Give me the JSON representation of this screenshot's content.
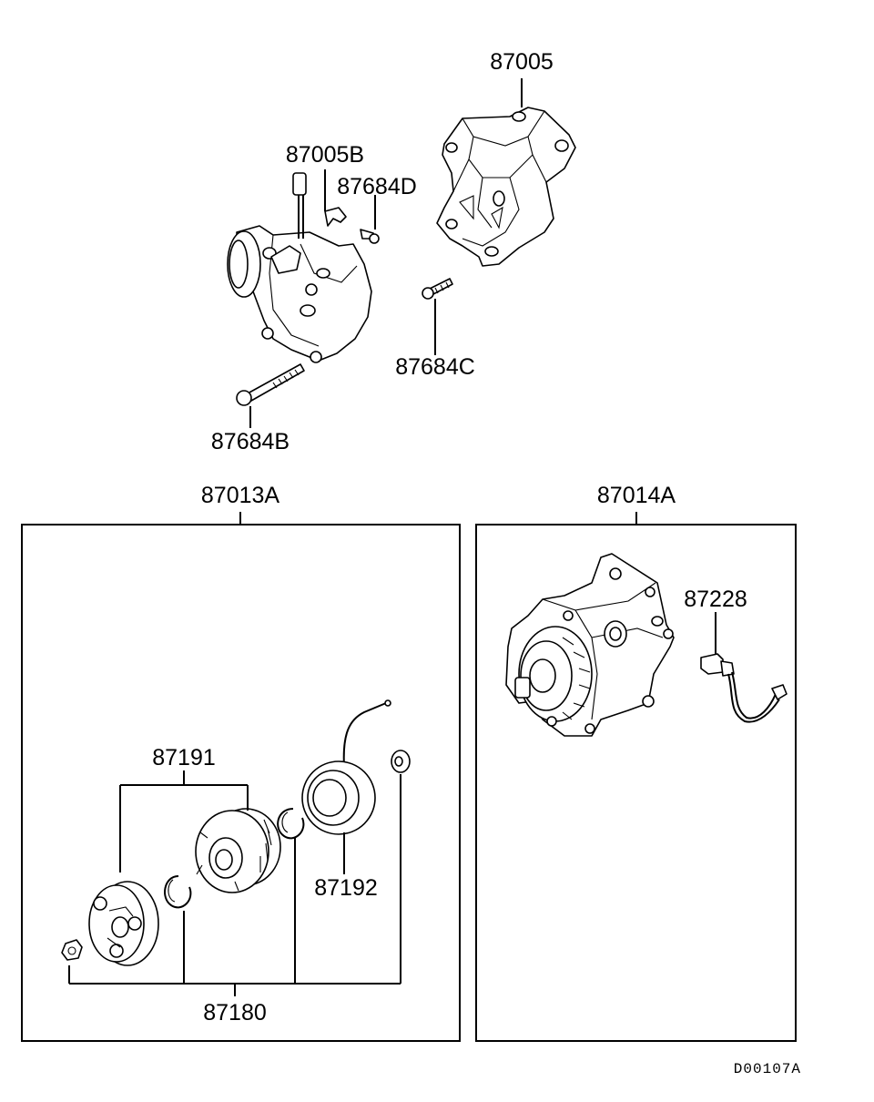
{
  "labels": {
    "p87005": "87005",
    "p87005B": "87005B",
    "p87684D": "87684D",
    "p87684C": "87684C",
    "p87684B": "87684B",
    "p87013A": "87013A",
    "p87014A": "87014A",
    "p87228": "87228",
    "p87191": "87191",
    "p87192": "87192",
    "p87180": "87180"
  },
  "reference_code": "D00107A"
}
